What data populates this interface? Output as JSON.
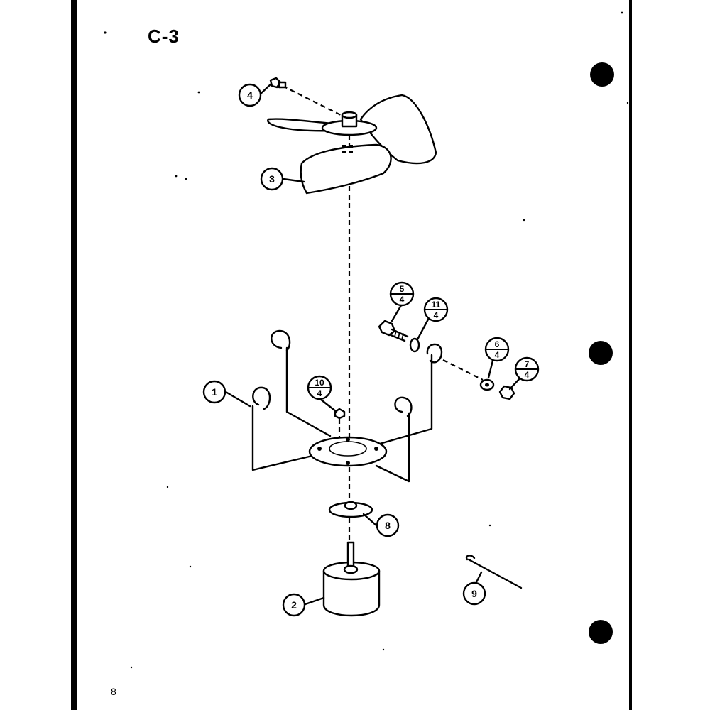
{
  "page": {
    "title": "C-3",
    "page_number": "8"
  },
  "callouts": [
    {
      "id": "callout-1",
      "part": "1",
      "qty": ""
    },
    {
      "id": "callout-2",
      "part": "2",
      "qty": ""
    },
    {
      "id": "callout-3",
      "part": "3",
      "qty": ""
    },
    {
      "id": "callout-4",
      "part": "4",
      "qty": ""
    },
    {
      "id": "callout-5",
      "part": "5",
      "qty": "4"
    },
    {
      "id": "callout-6",
      "part": "6",
      "qty": "4"
    },
    {
      "id": "callout-7",
      "part": "7",
      "qty": "4"
    },
    {
      "id": "callout-8",
      "part": "8",
      "qty": ""
    },
    {
      "id": "callout-9",
      "part": "9",
      "qty": ""
    },
    {
      "id": "callout-10",
      "part": "10",
      "qty": "4"
    },
    {
      "id": "callout-11",
      "part": "11",
      "qty": "4"
    }
  ],
  "colors": {
    "ink": "#000000",
    "paper": "#ffffff"
  }
}
